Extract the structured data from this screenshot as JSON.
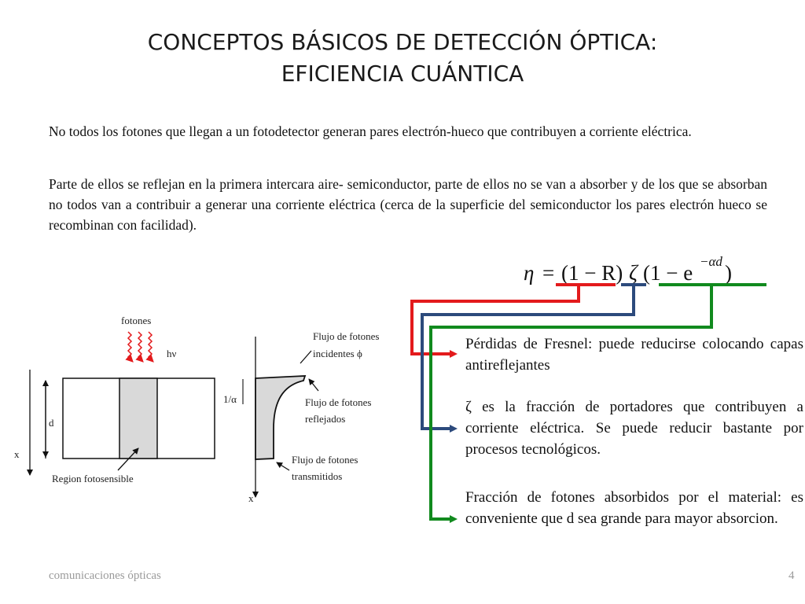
{
  "title": {
    "line1": "CONCEPTOS BÁSICOS DE DETECCIÓN ÓPTICA:",
    "line2": "EFICIENCIA CUÁNTICA"
  },
  "paragraphs": [
    "No todos los fotones que llegan a  un fotodetector generan pares electrón-hueco que contribuyen a corriente eléctrica.",
    "Parte de ellos se reflejan en la primera intercara aire- semiconductor, parte de ellos no se van a absorber y de los que se absorban no todos van a contribuir a generar una corriente eléctrica (cerca de la superficie del semiconductor los pares electrón hueco se recombinan con facilidad)."
  ],
  "formula": {
    "eta": "η",
    "equals": "=",
    "factor1": "(1 − R)",
    "zeta": "ζ",
    "factor3_open": "(1 − e",
    "exponent": "−αd",
    "close": ")"
  },
  "descriptions": [
    "Pérdidas de Fresnel: puede reducirse colocando capas antireflejantes",
    "ζ es la fracción de portadores que contribuyen a corriente eléctrica. Se puede reducir bastante por procesos tecnológicos.",
    "Fracción de fotones absorbidos por el material: es conveniente que d sea grande para mayor absorcion."
  ],
  "diagram_left": {
    "photons": "fotones",
    "hv": "hν",
    "d": "d",
    "x": "x",
    "region": "Region fotosensible"
  },
  "diagram_right": {
    "incident_1": "Flujo de fotones",
    "incident_2": "incidentes ϕ",
    "inv_alpha": "1/α",
    "reflected_1": "Flujo de fotones",
    "reflected_2": "reflejados",
    "transmitted_1": "Flujo de fotones",
    "transmitted_2": "transmitidos",
    "x": "x"
  },
  "connector_colors": {
    "fresnel": "#e31a1c",
    "zeta": "#2c4a7c",
    "absorption": "#118a1e"
  },
  "footer": {
    "left": "comunicaciones ópticas",
    "right": "4"
  }
}
